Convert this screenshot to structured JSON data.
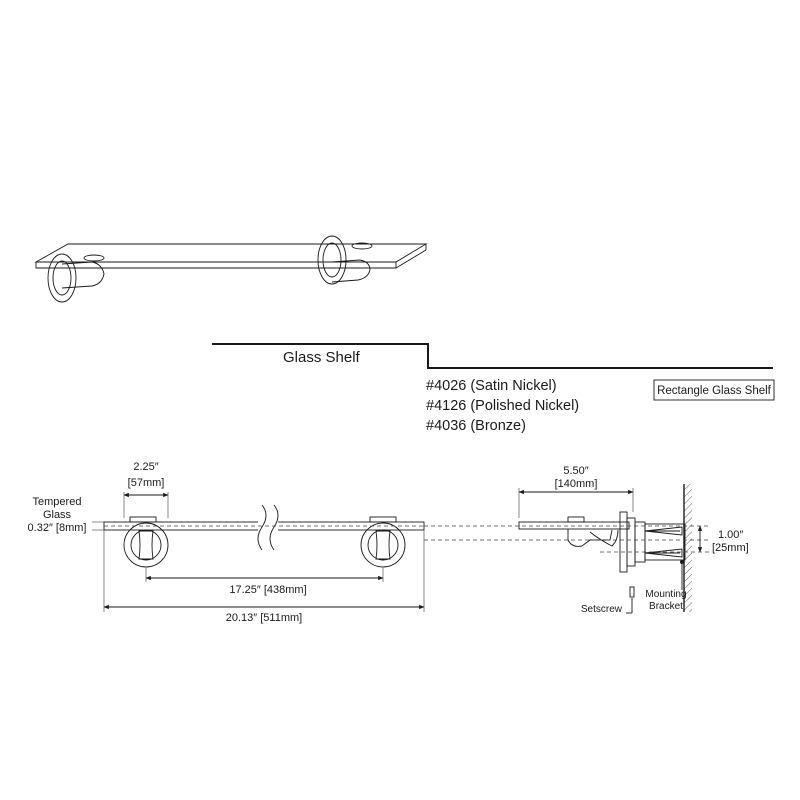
{
  "header": {
    "title": "Glass Shelf",
    "models": [
      "#4026 (Satin Nickel)",
      "#4126 (Polished Nickel)",
      "#4036 (Bronze)"
    ],
    "product_box": "Rectangle Glass Shelf"
  },
  "front_view": {
    "post_width": {
      "in": "2.25″",
      "mm": "[57mm]"
    },
    "glass_thickness": {
      "label_line1": "Tempered",
      "label_line2": "Glass",
      "value": "0.32″ [8mm]"
    },
    "post_spacing": "17.25″ [438mm]",
    "overall_length": "20.13″ [511mm]"
  },
  "side_view": {
    "depth": {
      "in": "5.50″",
      "mm": "[140mm]"
    },
    "height": {
      "in": "1.00″",
      "mm": "[25mm]"
    },
    "setscrew_label": "Setscrew",
    "bracket_label_line1": "Mounting",
    "bracket_label_line2": "Bracket"
  }
}
